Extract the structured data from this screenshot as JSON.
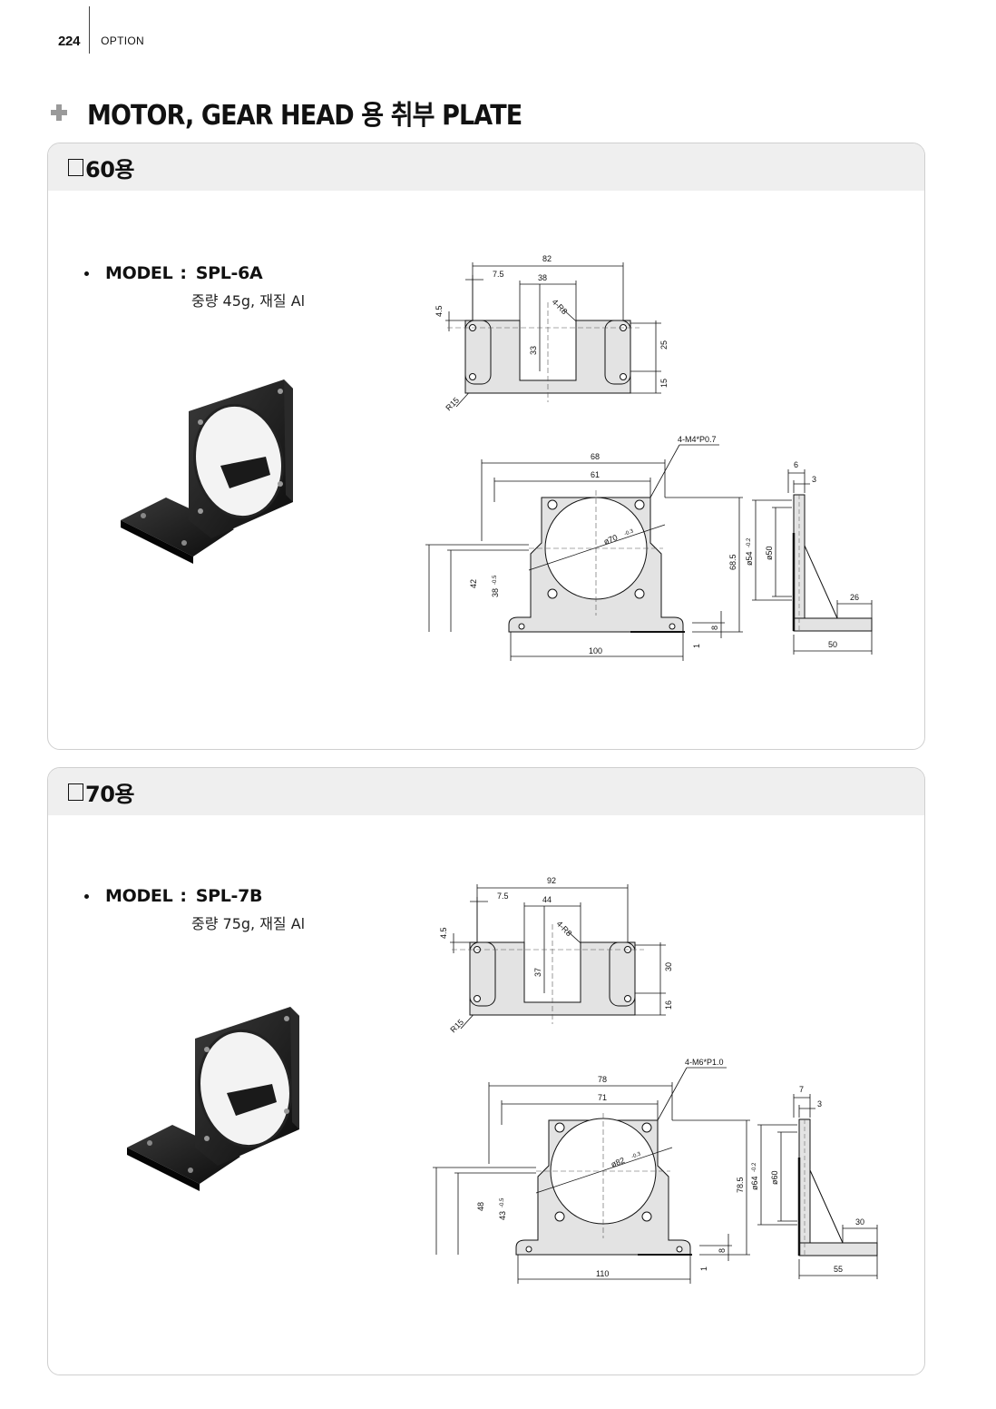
{
  "header": {
    "page_number": "224",
    "section": "OPTION"
  },
  "page_title": "MOTOR, GEAR HEAD 용 취부  PLATE",
  "panels": [
    {
      "title": "60용",
      "model_label": "MODEL",
      "model": "SPL-6A",
      "spec": "중량 45g, 재질 Al",
      "dims": {
        "top_overall": "82",
        "top_offset": "7.5",
        "top_slot": "38",
        "top_hole": "4.5",
        "top_radius": "4-R8",
        "top_depth": "33",
        "top_r15": "R15",
        "top_h25": "25",
        "top_h15": "15",
        "front_w68": "68",
        "front_w61": "61",
        "front_tap": "4-M4*P0.7",
        "front_circle": "ø70",
        "front_circle_tol": "-0.3",
        "front_h42": "42",
        "front_h38": "38",
        "front_h38_tol": "-0.5",
        "front_h685": "68.5",
        "front_h8": "8",
        "front_h1": "1",
        "front_w100": "100",
        "side_t6": "6",
        "side_t3": "3",
        "side_d54": "ø54",
        "side_d54_tol": "-0.2",
        "side_d50": "ø50",
        "side_w26": "26",
        "side_w50": "50"
      }
    },
    {
      "title": "70용",
      "model_label": "MODEL",
      "model": "SPL-7B",
      "spec": "중량 75g, 재질 Al",
      "dims": {
        "top_overall": "92",
        "top_offset": "7.5",
        "top_slot": "44",
        "top_hole": "4.5",
        "top_radius": "4-R8",
        "top_depth": "37",
        "top_r15": "R15",
        "top_h25": "30",
        "top_h15": "16",
        "front_w68": "78",
        "front_w61": "71",
        "front_tap": "4-M6*P1.0",
        "front_circle": "ø82",
        "front_circle_tol": "-0.3",
        "front_h42": "48",
        "front_h38": "43",
        "front_h38_tol": "-0.5",
        "front_h685": "78.5",
        "front_h8": "8",
        "front_h1": "1",
        "front_w100": "110",
        "side_t6": "7",
        "side_t3": "3",
        "side_d54": "ø64",
        "side_d54_tol": "-0.2",
        "side_d50": "ø60",
        "side_w26": "30",
        "side_w50": "55"
      }
    }
  ]
}
